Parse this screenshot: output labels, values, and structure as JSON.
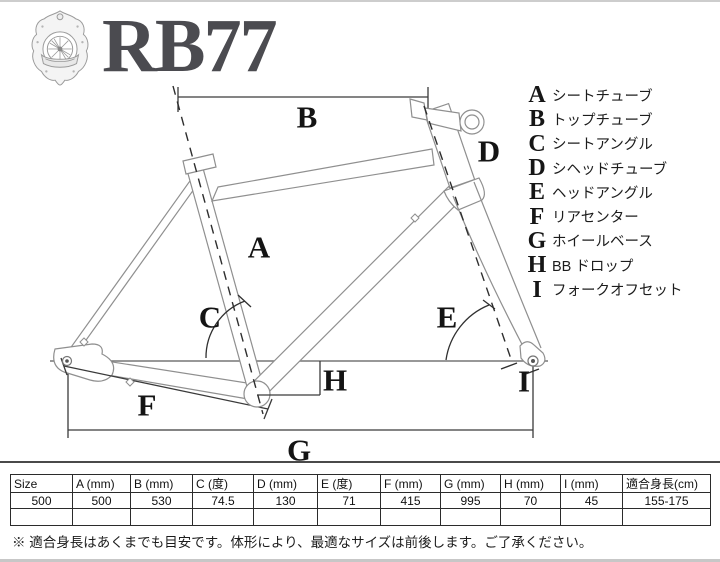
{
  "header": {
    "title": "RB77",
    "logo_name": "bicycle-wheel-badge"
  },
  "legend": {
    "items": [
      {
        "key": "A",
        "label": "シートチューブ"
      },
      {
        "key": "B",
        "label": "トップチューブ"
      },
      {
        "key": "C",
        "label": "シートアングル"
      },
      {
        "key": "D",
        "label": "シヘッドチューブ"
      },
      {
        "key": "E",
        "label": "ヘッドアングル"
      },
      {
        "key": "F",
        "label": "リアセンター"
      },
      {
        "key": "G",
        "label": "ホイールベース"
      },
      {
        "key": "H",
        "label": "BB ドロップ"
      },
      {
        "key": "I",
        "label": "フォークオフセット"
      }
    ]
  },
  "spec_table": {
    "headers": [
      "Size",
      "A (mm)",
      "B (mm)",
      "C (度)",
      "D (mm)",
      "E (度)",
      "F (mm)",
      "G (mm)",
      "H (mm)",
      "I (mm)",
      "適合身長(cm)"
    ],
    "rows": [
      [
        "500",
        "500",
        "530",
        "74.5",
        "130",
        "71",
        "415",
        "995",
        "70",
        "45",
        "155-175"
      ],
      [
        "",
        "",
        "",
        "",
        "",
        "",
        "",
        "",
        "",
        "",
        ""
      ]
    ]
  },
  "footnote": "※ 適合身長はあくまでも目安です。体形により、最適なサイズは前後します。ご了承ください。"
}
